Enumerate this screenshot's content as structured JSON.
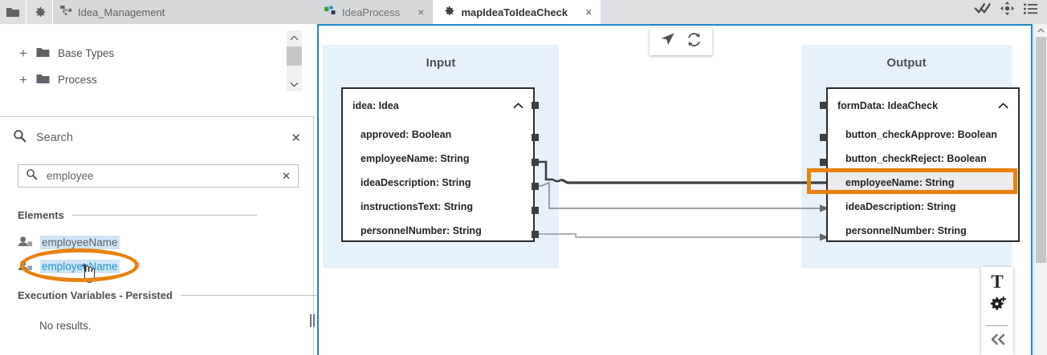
{
  "left_panel": {
    "toolbar": {
      "folder_icon": "folder-icon",
      "gear_icon": "gear-icon",
      "project_icon": "project-hierarchy-icon",
      "project_name": "Idea_Management"
    },
    "tree": {
      "items": [
        {
          "expander": "+",
          "icon": "folder-icon",
          "label": "Base Types"
        },
        {
          "expander": "+",
          "icon": "folder-icon",
          "label": "Process"
        }
      ],
      "scrollbar": {
        "up": "▲",
        "down": "▼"
      }
    },
    "search": {
      "header_label": "Search",
      "header_icon": "search-icon",
      "close_icon": "close-icon",
      "input_icon": "search-icon",
      "value": "employee",
      "placeholder": "Search",
      "clear_icon": "clear-icon"
    },
    "groups": [
      {
        "title": "Elements"
      },
      {
        "title": "Execution Variables - Persisted"
      }
    ],
    "elements": [
      {
        "icon": "user-variable-icon",
        "label": "employeeName",
        "state": "selected"
      },
      {
        "icon": "user-variable-icon",
        "label": "employeeName",
        "state": "hovered-link"
      }
    ],
    "execution_variables_empty": "No results.",
    "splitter": "panel-splitter"
  },
  "tabs": {
    "items": [
      {
        "label": "IdeaProcess",
        "icon": "process-icon",
        "active": false,
        "close": "×"
      },
      {
        "label": "mapIdeaToIdeaCheck",
        "icon": "gear-icon",
        "active": true,
        "close": "×"
      }
    ],
    "right_icons": [
      {
        "name": "double-check-icon"
      },
      {
        "name": "move-arrows-icon"
      },
      {
        "name": "list-icon"
      }
    ]
  },
  "canvas": {
    "toolbar": [
      {
        "name": "pointer-icon"
      },
      {
        "name": "refresh-sync-icon"
      }
    ],
    "float_toolbar": [
      {
        "name": "text-tool-icon",
        "label": "T"
      },
      {
        "name": "add-gear-icon"
      },
      {
        "name": "collapse-left-icon",
        "label": "«"
      }
    ],
    "input": {
      "title": "Input",
      "node": {
        "header": "idea: Idea",
        "collapse_icon": "chevron-up-icon",
        "fields": [
          "approved: Boolean",
          "employeeName: String",
          "ideaDescription: String",
          "instructionsText: String",
          "personnelNumber: String"
        ]
      }
    },
    "output": {
      "title": "Output",
      "node": {
        "header": "formData: IdeaCheck",
        "collapse_icon": "chevron-up-icon",
        "fields": [
          "button_checkApprove: Boolean",
          "button_checkReject: Boolean",
          "employeeName: String",
          "ideaDescription: String",
          "personnelNumber: String"
        ],
        "highlighted_field": "employeeName: String"
      }
    },
    "annotations": {
      "ellipse_color": "#e8820c",
      "rect_color": "#e8820c"
    },
    "border_color": "#1b87c9"
  }
}
